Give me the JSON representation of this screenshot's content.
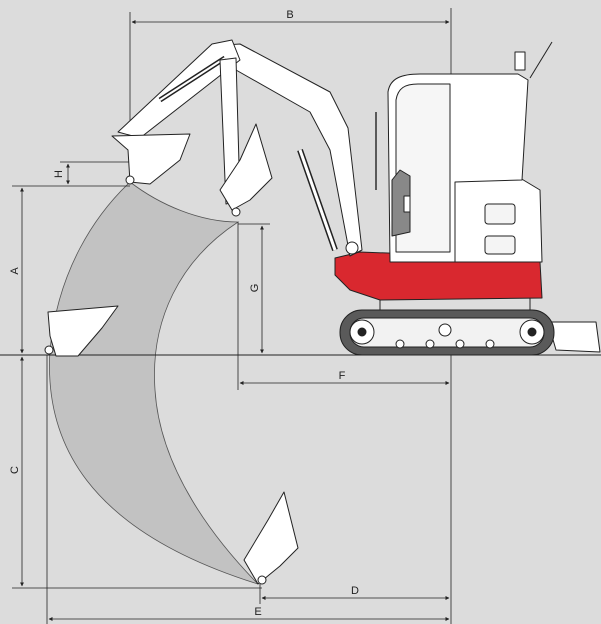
{
  "colors": {
    "background": "#dcdcdc",
    "envelope": "#c2c2c2",
    "body_red": "#d9282f",
    "line": "#222222",
    "machine_fill": "#ffffff",
    "track": "#5a5a5a"
  },
  "labels": {
    "a": "A",
    "b": "B",
    "c": "C",
    "d": "D",
    "e": "E",
    "f": "F",
    "g": "G",
    "h": "H"
  }
}
